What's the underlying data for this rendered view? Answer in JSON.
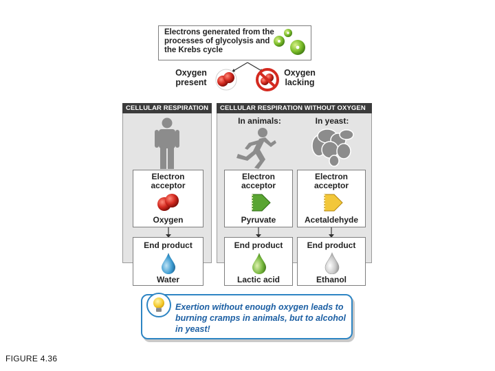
{
  "top_box": {
    "text": "Electrons generated from the processes of glycolysis and the Krebs cycle"
  },
  "branch": {
    "oxygen_present": "Oxygen present",
    "oxygen_lacking": "Oxygen lacking"
  },
  "panels": {
    "cellular_respiration": {
      "header": "CELLULAR RESPIRATION"
    },
    "without_oxygen": {
      "header": "CELLULAR RESPIRATION WITHOUT OXYGEN",
      "in_animals": "In animals:",
      "in_yeast": "In yeast:"
    }
  },
  "columns": [
    {
      "acceptor_label": "Electron acceptor",
      "acceptor": "Oxygen",
      "end_label": "End product",
      "end_product": "Water"
    },
    {
      "acceptor_label": "Electron acceptor",
      "acceptor": "Pyruvate",
      "end_label": "End product",
      "end_product": "Lactic acid"
    },
    {
      "acceptor_label": "Electron acceptor",
      "acceptor": "Acetaldehyde",
      "end_label": "End product",
      "end_product": "Ethanol"
    }
  ],
  "callout": {
    "text": "Exertion without enough oxygen leads to burning cramps in animals, but to alcohol in yeast!"
  },
  "figure_label": "FIGURE 4.36",
  "colors": {
    "header_bg": "#3b3b3b",
    "panel_bg": "#e4e4e4",
    "callout_border": "#2c84c3",
    "callout_text": "#1c5fa3",
    "oxygen_red": "#d42a20",
    "pyruvate_green": "#5aa532",
    "acetaldehyde_yellow": "#f2c73a",
    "water_blue": "#3b9ad0",
    "lactic_green": "#72b43a",
    "ethanol_gray": "#c8c8c8"
  },
  "icons": [
    "electron-icon",
    "oxygen-molecule-icon",
    "no-oxygen-icon",
    "person-icon",
    "running-person-icon",
    "yeast-icon",
    "pyruvate-icon",
    "acetaldehyde-icon",
    "droplet-icon",
    "lightbulb-icon"
  ]
}
